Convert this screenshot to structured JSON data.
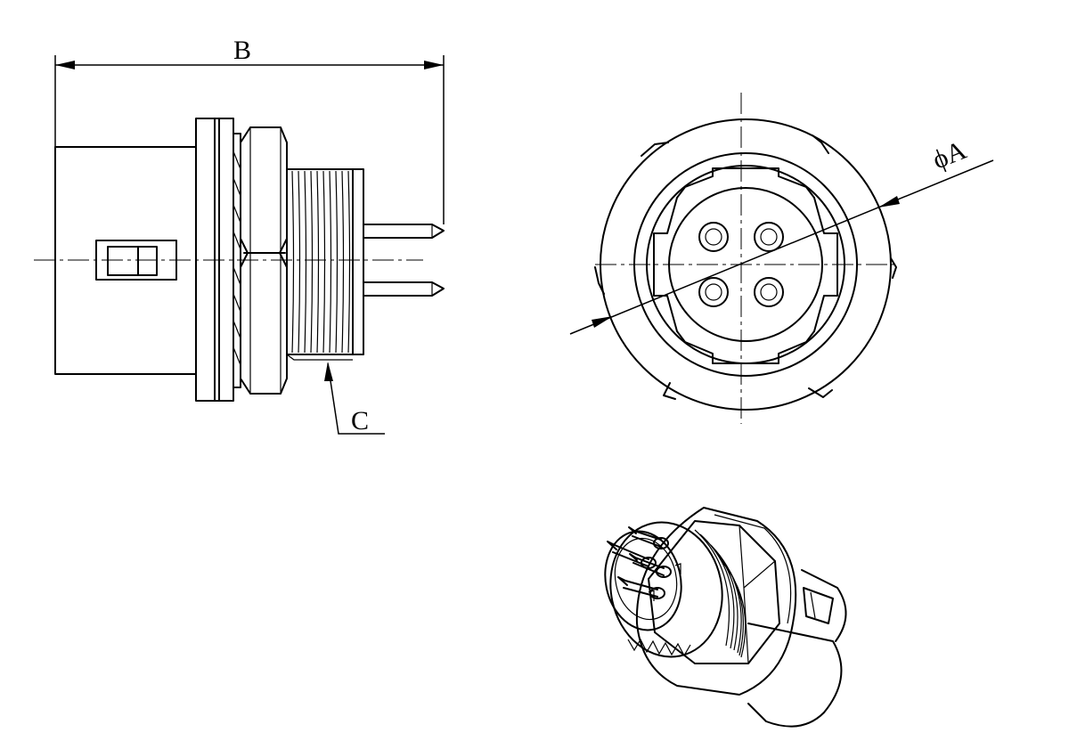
{
  "labels": {
    "length": "B",
    "diameter": "ϕA",
    "thread": "C"
  }
}
